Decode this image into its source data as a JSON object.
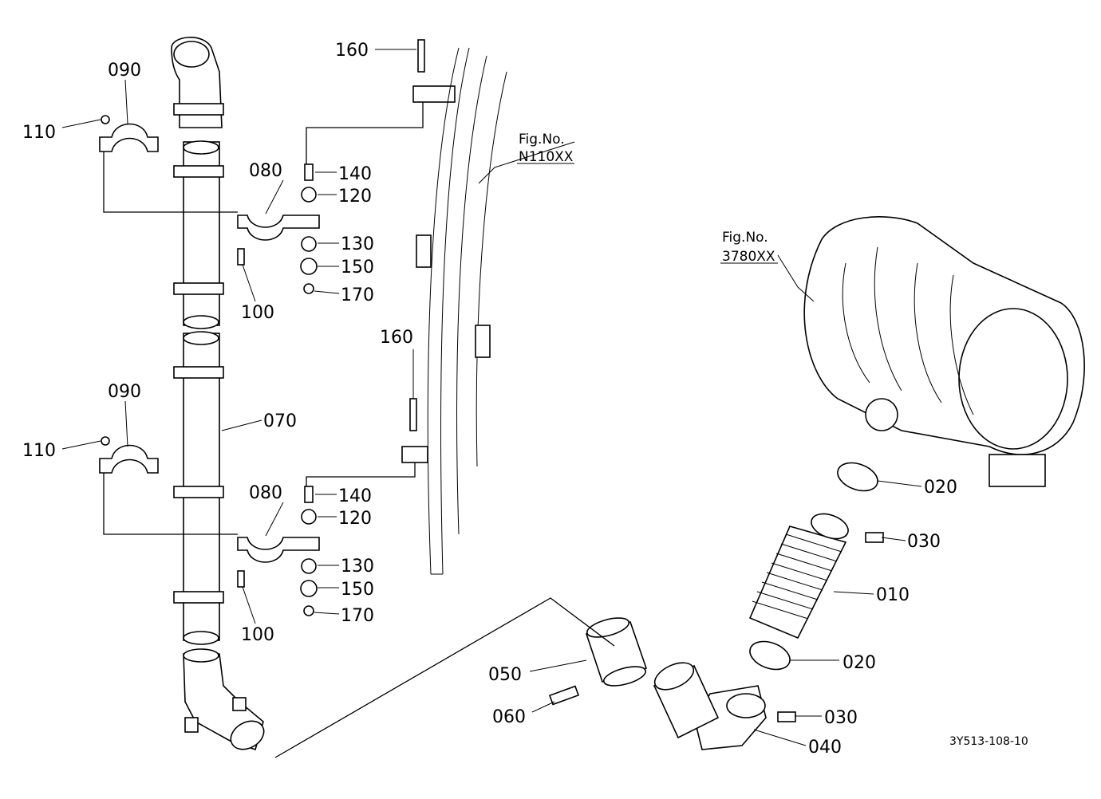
{
  "diagram": {
    "reference_code": "3Y513-108-10",
    "figure_refs": [
      {
        "id": "fig_n110",
        "line1": "Fig.No.",
        "line2": "N110XX"
      },
      {
        "id": "fig_3780",
        "line1": "Fig.No.",
        "line2": "3780XX"
      }
    ],
    "callouts": {
      "c160a": "160",
      "c090a": "090",
      "c110a": "110",
      "c080a": "080",
      "c140a": "140",
      "c120a": "120",
      "c130a": "130",
      "c150a": "150",
      "c170a": "170",
      "c100a": "100",
      "c160b": "160",
      "c090b": "090",
      "c110b": "110",
      "c070": "070",
      "c080b": "080",
      "c140b": "140",
      "c120b": "120",
      "c130b": "130",
      "c150b": "150",
      "c170b": "170",
      "c100b": "100",
      "c020a": "020",
      "c030a": "030",
      "c010": "010",
      "c020b": "020",
      "c050": "050",
      "c060": "060",
      "c030b": "030",
      "c040": "040"
    }
  }
}
